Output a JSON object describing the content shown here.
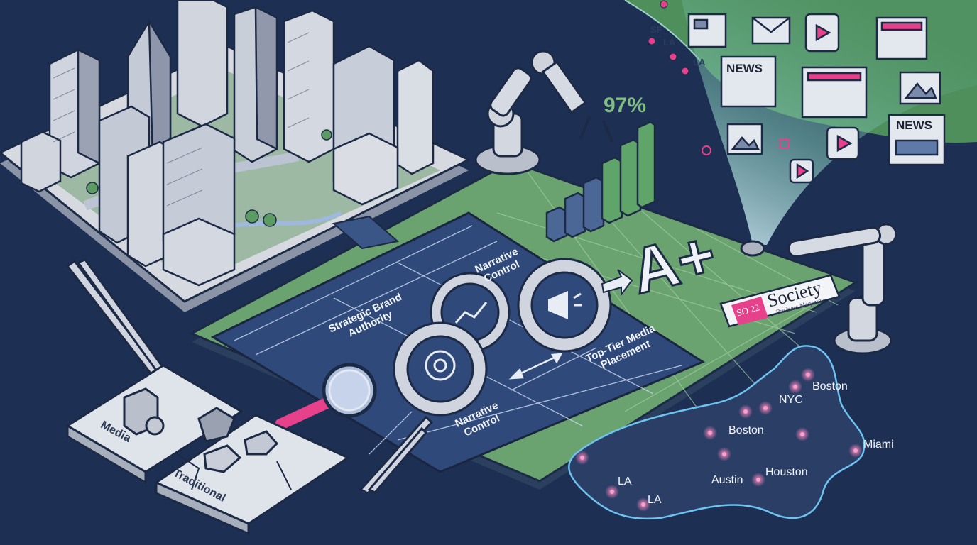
{
  "board": {
    "label_strategic": "Strategic Brand Authority",
    "label_narrative_top": "Narrative Control",
    "label_narrative_bottom": "Narrative Control",
    "label_media_placement": "Top-Tier Media Placement"
  },
  "traditional_media": {
    "word_media": "Media",
    "word_traditional": "Traditional"
  },
  "metrics": {
    "percent": "97%",
    "grade": "A+"
  },
  "feed": {
    "news_label_1": "NEWS",
    "news_label_2": "NEWS",
    "coast_sf": "SF",
    "coast_la_1": "LA",
    "coast_la_2": "LA"
  },
  "badge": {
    "badge_mark": "SO 22",
    "badge_title": "Society",
    "badge_sub": "Business Magazine"
  },
  "map": {
    "cities": [
      "Boston",
      "NYC",
      "Boston",
      "Miami",
      "Austin",
      "Houston",
      "LA",
      "LA"
    ]
  },
  "colors": {
    "background": "#1d2f52",
    "accent_pink": "#e8418c",
    "grid_green": "#5f9467",
    "board_navy": "#2f4a7a"
  }
}
